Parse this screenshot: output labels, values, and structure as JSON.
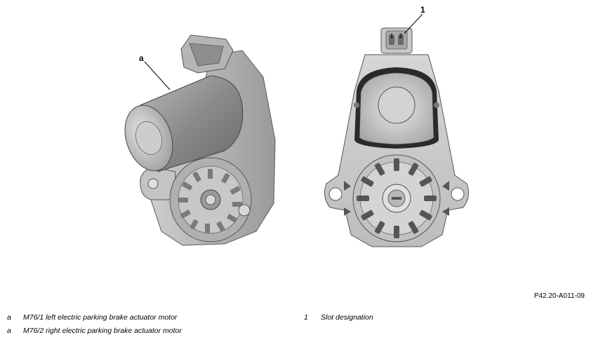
{
  "figure": {
    "callouts": {
      "left_motor": "a",
      "connector": "1"
    },
    "connector_pins": [
      "1",
      "2"
    ],
    "code": "P42.20-A011-09"
  },
  "legend": [
    {
      "key": "a",
      "text": "M76/1 left electric parking brake actuator motor"
    },
    {
      "key": "a",
      "text": "M76/2 right electric parking brake actuator motor"
    },
    {
      "key": "1",
      "text": "Slot designation"
    }
  ]
}
